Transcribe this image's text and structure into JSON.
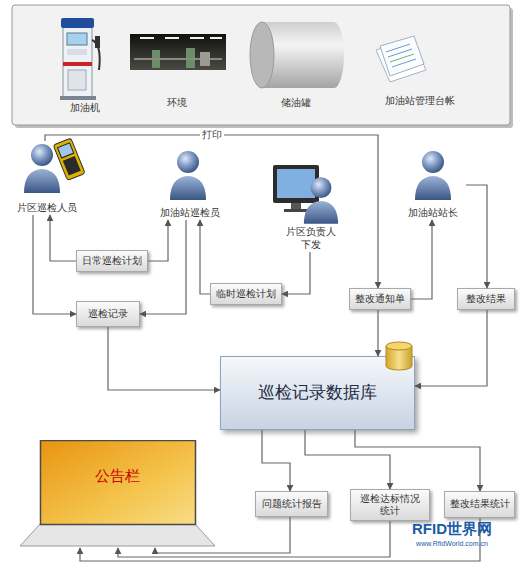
{
  "diagram": {
    "nodes": [
      {
        "text": [
          "片区巡检人员"
        ]
      },
      {
        "text": [
          "加油站巡检员"
        ]
      },
      {
        "text": [
          "片区负责人 下发"
        ]
      },
      {
        "text": [
          "加油站站长"
        ]
      },
      {
        "text": [
          "日常巡检计划"
        ]
      },
      {
        "text": [
          "巡检记录"
        ]
      },
      {
        "text": [
          "临时巡检计划"
        ]
      },
      {
        "text": [
          "整改通知单"
        ]
      },
      {
        "text": [
          "整改结果"
        ]
      },
      {
        "text": [
          "巡检记录数据库"
        ]
      },
      {
        "text": [
          "公告栏"
        ]
      },
      {
        "text": [
          "问题统计报告"
        ]
      },
      {
        "text": [
          "巡检达标情况 统计"
        ]
      },
      {
        "text": [
          "整改结果统计"
        ]
      }
    ],
    "edges": [
      {
        "from": 4,
        "to": 0,
        "arrow": "to"
      },
      {
        "from": 4,
        "to": 1,
        "arrow": "to"
      },
      {
        "from": 0,
        "to": 5,
        "arrow": "to"
      },
      {
        "from": 1,
        "to": 5,
        "arrow": "to"
      },
      {
        "from": 5,
        "to": 9,
        "arrow": "to"
      },
      {
        "from": 2,
        "to": 6,
        "arrow": "to"
      },
      {
        "from": 6,
        "to": 1,
        "arrow": "to"
      },
      {
        "from": 0,
        "to": 7,
        "label": "打印",
        "arrow": "to"
      },
      {
        "from": 7,
        "to": 3,
        "arrow": "to"
      },
      {
        "from": 3,
        "to": 8,
        "arrow": "to"
      },
      {
        "from": 8,
        "to": 9,
        "arrow": "to"
      },
      {
        "from": 7,
        "to": 9,
        "arrow": "to"
      },
      {
        "from": 9,
        "to": 11,
        "arrow": "to"
      },
      {
        "from": 9,
        "to": 12,
        "arrow": "to"
      },
      {
        "from": 9,
        "to": 13,
        "arrow": "to"
      },
      {
        "from": 11,
        "to": 10,
        "arrow": "to"
      },
      {
        "from": 12,
        "to": 10,
        "arrow": "to"
      },
      {
        "from": 13,
        "to": 10,
        "arrow": "to"
      }
    ],
    "labels": [
      "加油机",
      "环境",
      "储油罐",
      "加油站管理台帐",
      "RFID世界网",
      "www.RfidWorld.com.cn"
    ]
  }
}
